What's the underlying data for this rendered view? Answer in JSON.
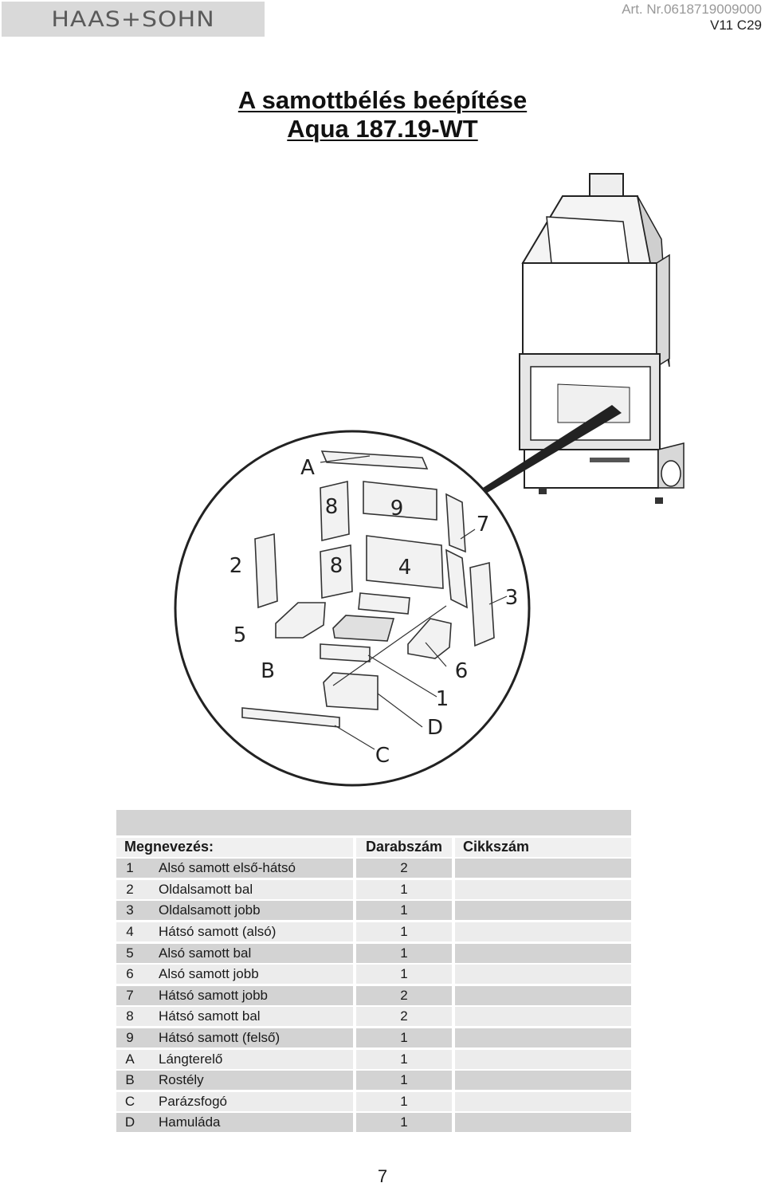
{
  "header": {
    "logo_text": "HAAS+SOHN",
    "art_nr": "Art. Nr.0618719009000",
    "version": "V11 C29"
  },
  "title": {
    "line1": "A samottbélés beépítése",
    "line2": "Aqua 187.19-WT"
  },
  "figure": {
    "labels": [
      "A",
      "8",
      "9",
      "7",
      "2",
      "8",
      "4",
      "3",
      "5",
      "B",
      "6",
      "1",
      "D",
      "C"
    ]
  },
  "table": {
    "headers": {
      "name": "Megnevezés:",
      "qty": "Darabszám",
      "code": "Cikkszám"
    },
    "rows": [
      {
        "num": "1",
        "name": "Alsó samott első-hátsó",
        "qty": "2",
        "code": ""
      },
      {
        "num": "2",
        "name": "Oldalsamott bal",
        "qty": "1",
        "code": ""
      },
      {
        "num": "3",
        "name": "Oldalsamott jobb",
        "qty": "1",
        "code": ""
      },
      {
        "num": "4",
        "name": "Hátsó samott (alsó)",
        "qty": "1",
        "code": ""
      },
      {
        "num": "5",
        "name": "Alsó samott bal",
        "qty": "1",
        "code": ""
      },
      {
        "num": "6",
        "name": "Alsó samott jobb",
        "qty": "1",
        "code": ""
      },
      {
        "num": "7",
        "name": "Hátsó samott jobb",
        "qty": "2",
        "code": ""
      },
      {
        "num": "8",
        "name": "Hátsó samott bal",
        "qty": "2",
        "code": ""
      },
      {
        "num": "9",
        "name": "Hátsó samott (felső)",
        "qty": "1",
        "code": ""
      },
      {
        "num": "A",
        "name": "Lángterelő",
        "qty": "1",
        "code": ""
      },
      {
        "num": "B",
        "name": "Rostély",
        "qty": "1",
        "code": ""
      },
      {
        "num": "C",
        "name": "Parázsfogó",
        "qty": "1",
        "code": ""
      },
      {
        "num": "D",
        "name": "Hamuláda",
        "qty": "1",
        "code": ""
      }
    ]
  },
  "page_number": "7"
}
